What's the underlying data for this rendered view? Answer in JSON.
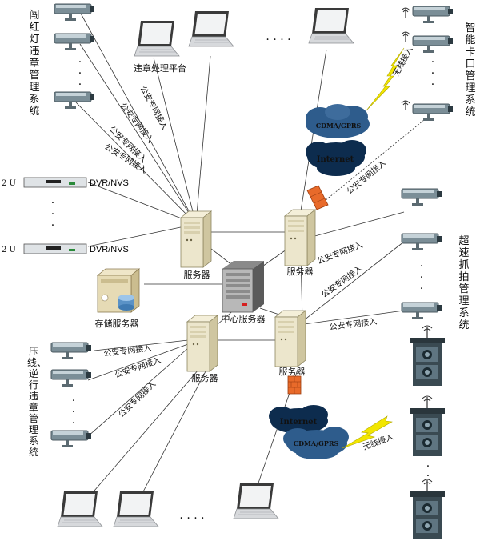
{
  "systems": {
    "red_light": "闯红灯违章管理系统",
    "checkpoint": "智能卡口管理系统",
    "speeding": "超速抓拍管理系统",
    "lane_violation": "压线、逆行违章管理系统"
  },
  "nodes": {
    "violation_platform": "违章处理平台",
    "server": "服务器",
    "center_server": "中心服务器",
    "storage_server": "存储服务器",
    "dvr": "DVR/NVS",
    "rack_unit": "2 U",
    "ellipsis": "· · · ·"
  },
  "links": {
    "police_net": "公安专网接入",
    "wireless": "无线接入"
  },
  "clouds": {
    "cdma": "CDMA/GPRS",
    "internet": "Internet"
  },
  "colors": {
    "cloud_dark": "#0d2c4e",
    "cloud_mid": "#2e5c8c",
    "firewall": "#e86a2a",
    "lightning": "#f2e600",
    "server": "#e9e3c9"
  }
}
